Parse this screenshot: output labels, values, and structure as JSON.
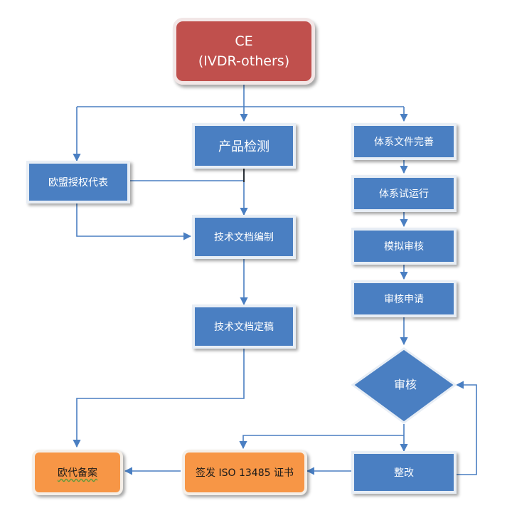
{
  "nodes": {
    "ce_title": "CE",
    "ce_subtitle": "(IVDR-others)",
    "product_testing": "产品检测",
    "eu_rep": "欧盟授权代表",
    "tech_doc_prep": "技术文档编制",
    "tech_doc_final": "技术文档定稿",
    "eu_filing": "欧代备案",
    "qms_docs": "体系文件完善",
    "qms_trial": "体系试运行",
    "mock_audit": "模拟审核",
    "audit_application": "审核申请",
    "audit": "审核",
    "rectification": "整改",
    "iso_cert": "签发 ISO 13485 证书"
  },
  "colors": {
    "title_box": "#c0504d",
    "process_box": "#4a7fc2",
    "result_box": "#f79646",
    "connector": "#4a7fc2"
  }
}
